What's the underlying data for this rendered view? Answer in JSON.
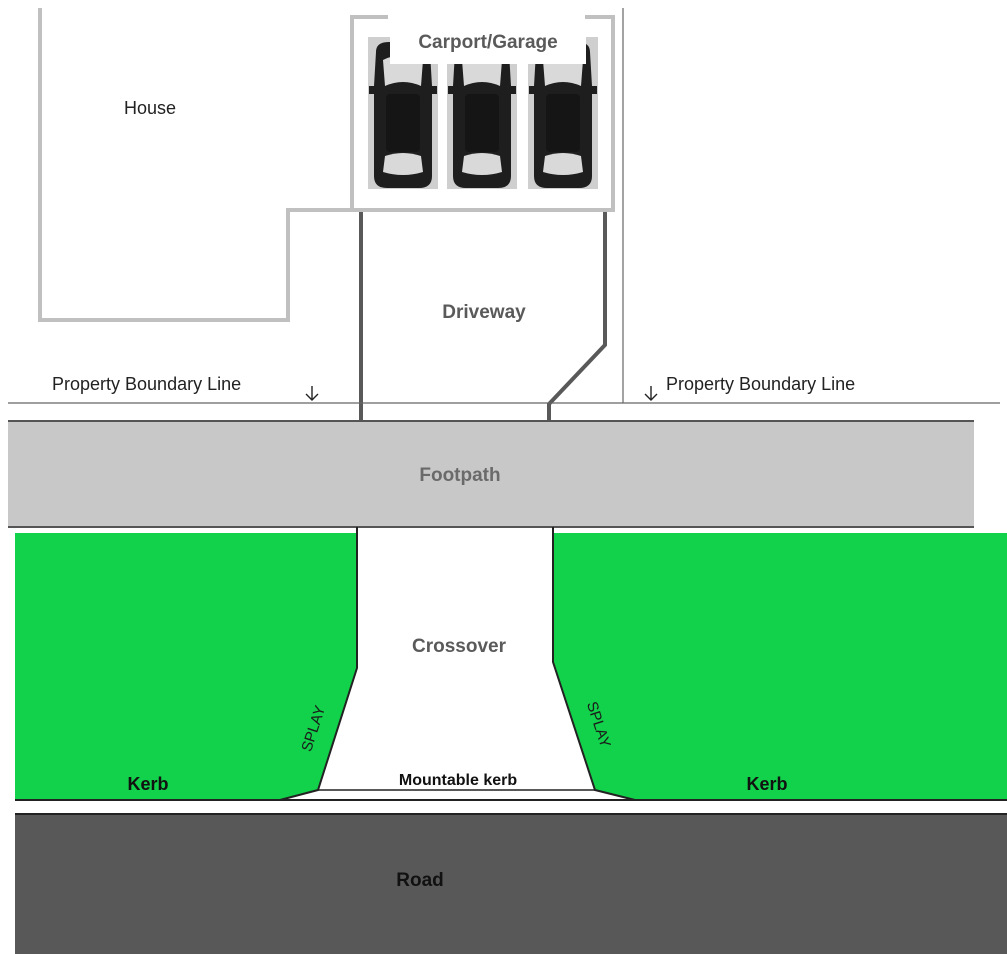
{
  "labels": {
    "house": "House",
    "carport": "Carport/Garage",
    "driveway": "Driveway",
    "boundary_left": "Property Boundary Line",
    "boundary_right": "Property Boundary Line",
    "footpath": "Footpath",
    "crossover": "Crossover",
    "splay_left": "SPLAY",
    "splay_right": "SPLAY",
    "kerb_left": "Kerb",
    "kerb_right": "Kerb",
    "mountable_kerb": "Mountable kerb",
    "road": "Road"
  },
  "cars": [
    {
      "icon": "car-icon"
    },
    {
      "icon": "car-icon"
    },
    {
      "icon": "car-icon"
    }
  ],
  "colors": {
    "verge": "#12d14a",
    "footpath": "#c8c8c8",
    "road": "#585858",
    "outline": "#c0c0c0",
    "driveway_edge": "#595959"
  }
}
